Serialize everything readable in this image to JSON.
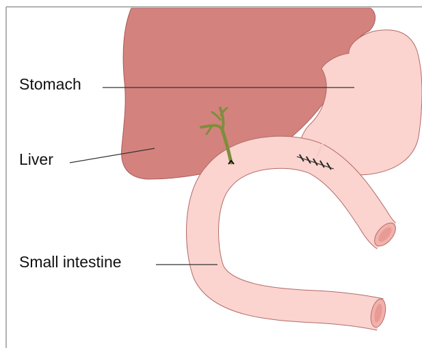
{
  "labels": {
    "stomach": "Stomach",
    "liver": "Liver",
    "small_intestine": "Small intestine"
  },
  "colors": {
    "liver_fill": "#d4827e",
    "liver_stroke": "#a85a58",
    "tissue_fill": "#fbd3cf",
    "tissue_stroke": "#b06a66",
    "bile_duct": "#7d8e3c",
    "leader_line": "#333333"
  }
}
